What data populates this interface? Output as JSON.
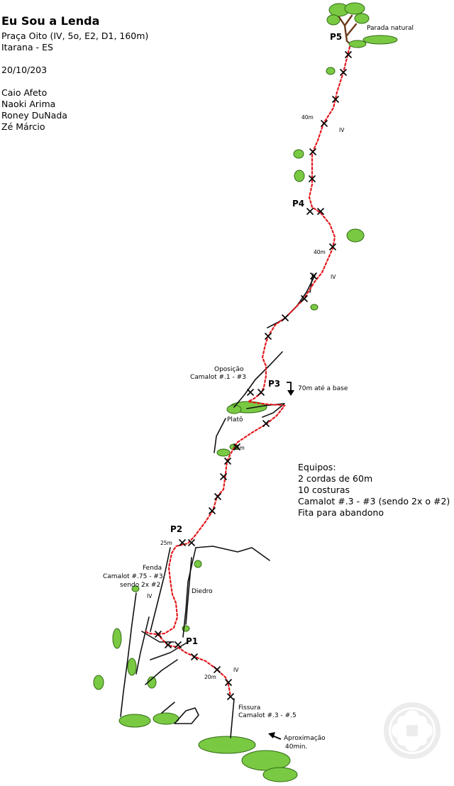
{
  "header": {
    "title": "Eu Sou a Lenda",
    "subtitle": "Praça Oito (IV, 5o, E2, D1, 160m)",
    "location": "Itarana - ES",
    "date": "20/10/203",
    "climbers": [
      "Caio Afeto",
      "Naoki Arima",
      "Roney DuNada",
      "Zé Márcio"
    ]
  },
  "equipment": {
    "heading": "Equipos:",
    "items": [
      "2 cordas de 60m",
      "10 costuras",
      "Camalot #.3 - #3 (sendo 2x o #2)",
      "Fita para abandono"
    ]
  },
  "belays": {
    "p1": "P1",
    "p2": "P2",
    "p3": "P3",
    "p4": "P4",
    "p5": "P5"
  },
  "labels": {
    "parada_natural": "Parada natural",
    "rappel": "70m até a base",
    "oposicao": "Oposição",
    "oposicao_gear": "Camalot #.1 - #3",
    "plato": "Platô",
    "fenda": "Fenda",
    "fenda_gear": "Camalot #.75 - #3",
    "fenda_note": "sendo 2x #2.",
    "diedro": "Diedro",
    "fissura": "Fissura",
    "fissura_gear": "Camalot #.3 - #.5",
    "aproximacao": "Aproximação",
    "aproximacao_time": "40min."
  },
  "grades": {
    "pitch1": "IV",
    "fenda": "IV",
    "pitch4": "IV",
    "pitch5": "IV"
  },
  "lengths": {
    "pitch1": "20m",
    "pitch2": "25m",
    "pitch3": "35m",
    "pitch4": "40m",
    "pitch5": "40m"
  },
  "colors": {
    "route": "#e3191e",
    "vegetation": "#7ac943",
    "rock": "#111111",
    "logo": "#e6e6e6"
  },
  "icons": [
    "arrow-down-icon",
    "arrow-left-icon",
    "tree-icon",
    "logo-icon"
  ]
}
